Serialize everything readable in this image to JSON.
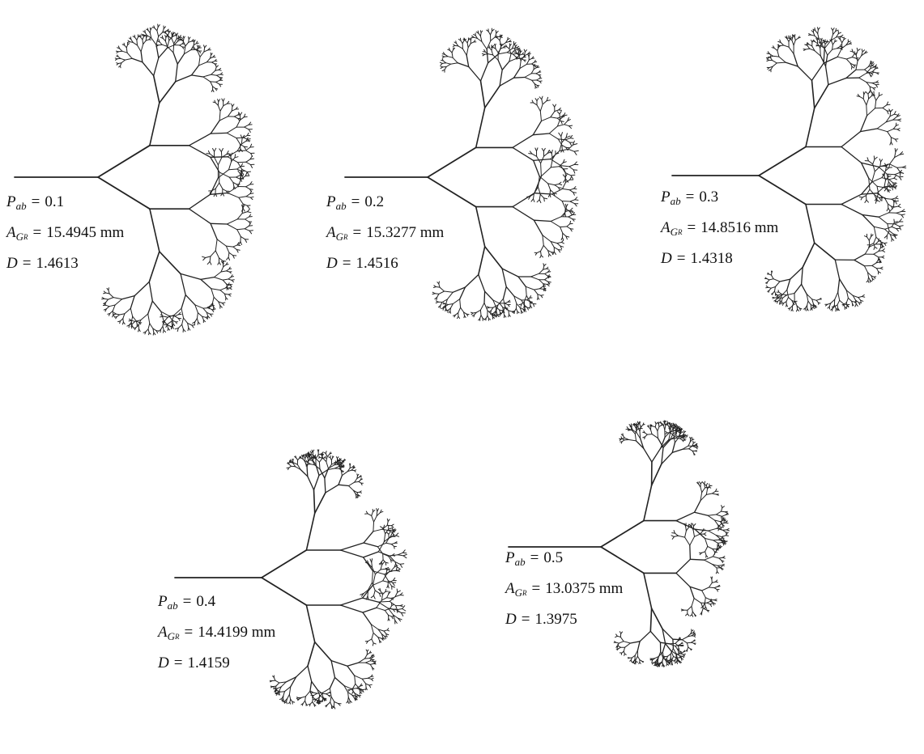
{
  "panels": [
    {
      "p": "0.1",
      "a": "15.4945",
      "d": "1.4613",
      "unit": "mm"
    },
    {
      "p": "0.2",
      "a": "15.3277",
      "d": "1.4516",
      "unit": "mm"
    },
    {
      "p": "0.3",
      "a": "14.8516",
      "d": "1.4318",
      "unit": "mm"
    },
    {
      "p": "0.4",
      "a": "14.4199",
      "d": "1.4159",
      "unit": "mm"
    },
    {
      "p": "0.5",
      "a": "13.0375",
      "d": "1.3975",
      "unit": "mm"
    }
  ],
  "symbols": {
    "p": "P",
    "p_sub": "ab",
    "a": "A",
    "a_sub": "G",
    "a_subsub": "R",
    "d": "D",
    "eq": "="
  },
  "colors": {
    "line": "#222222",
    "background": "#ffffff"
  }
}
